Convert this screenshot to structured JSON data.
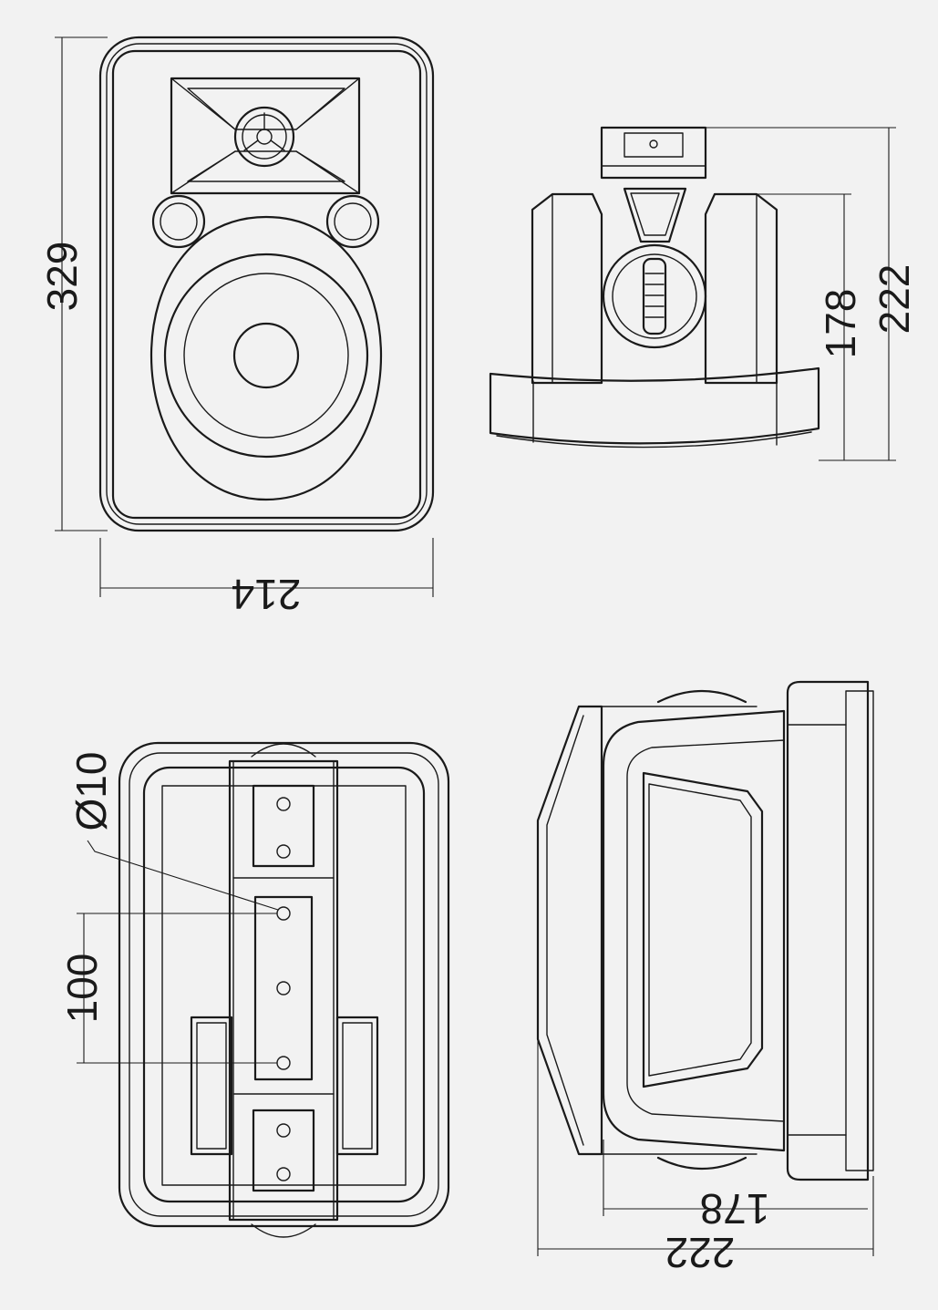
{
  "dimensions": {
    "front_height": "329",
    "front_width": "214",
    "side_depth_inner": "178",
    "side_depth_outer": "222",
    "bottom_depth_inner": "178",
    "bottom_depth_outer": "222",
    "hole_diameter": "Ø10",
    "hole_spacing": "100"
  },
  "colors": {
    "background": "#f2f2f2",
    "line": "#1a1a1a"
  }
}
